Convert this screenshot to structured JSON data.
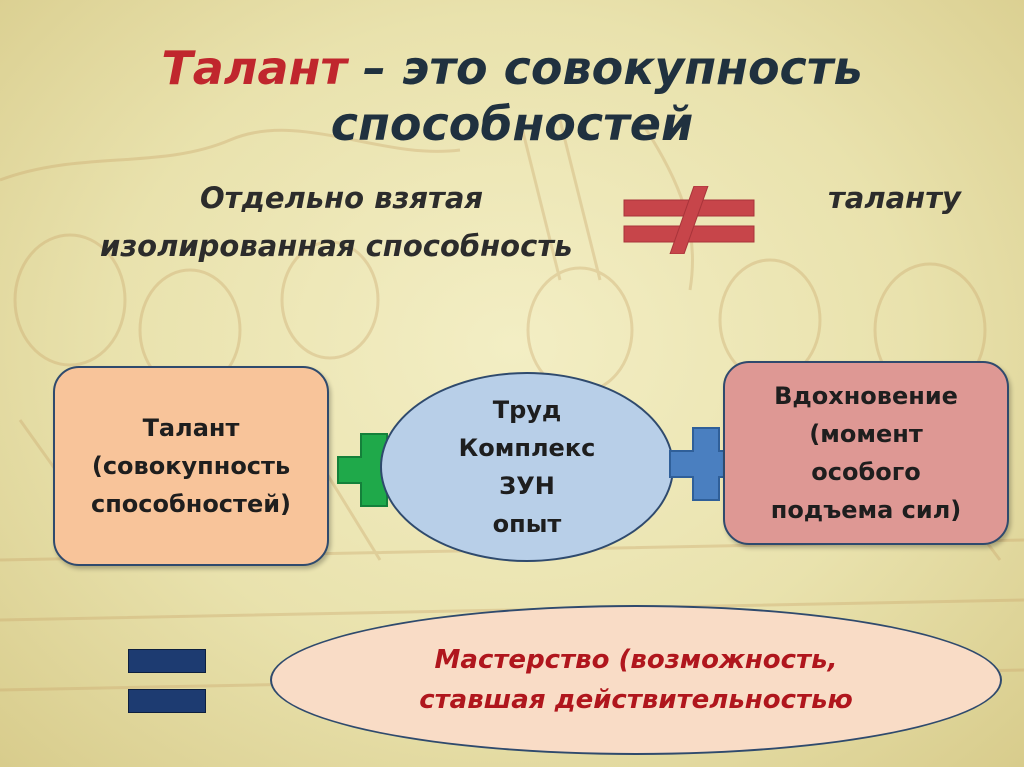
{
  "title": {
    "accent": "Талант",
    "rest_line1": " – это совокупность",
    "line2": "способностей"
  },
  "comparison": {
    "left_line1": "Отдельно взятая",
    "left_line2": "изолированная способность",
    "right": "таланту",
    "sign": "not-equal-icon"
  },
  "boxes": {
    "talent": {
      "lines": [
        "Талант",
        "(совокупность",
        "способностей)"
      ]
    },
    "labor": {
      "lines": [
        "Труд",
        "Комплекс",
        "ЗУН",
        "опыт"
      ]
    },
    "inspiration": {
      "lines": [
        "Вдохновение",
        "(момент",
        "особого",
        "подъема сил)"
      ]
    }
  },
  "result": {
    "line1": "Мастерство (возможность,",
    "line2": "ставшая действительностью"
  },
  "colors": {
    "title_accent": "#c0262d",
    "talent_box": "#f8c49a",
    "labor_ellipse": "#b8cfe8",
    "inspiration_box": "#de9894",
    "result_ellipse": "#f9dcc6",
    "result_text": "#b0161d",
    "plus_green": "#1fa94a",
    "plus_blue": "#4a7fc0",
    "equals_navy": "#1d3b71",
    "not_equal_red": "#c7454a"
  }
}
